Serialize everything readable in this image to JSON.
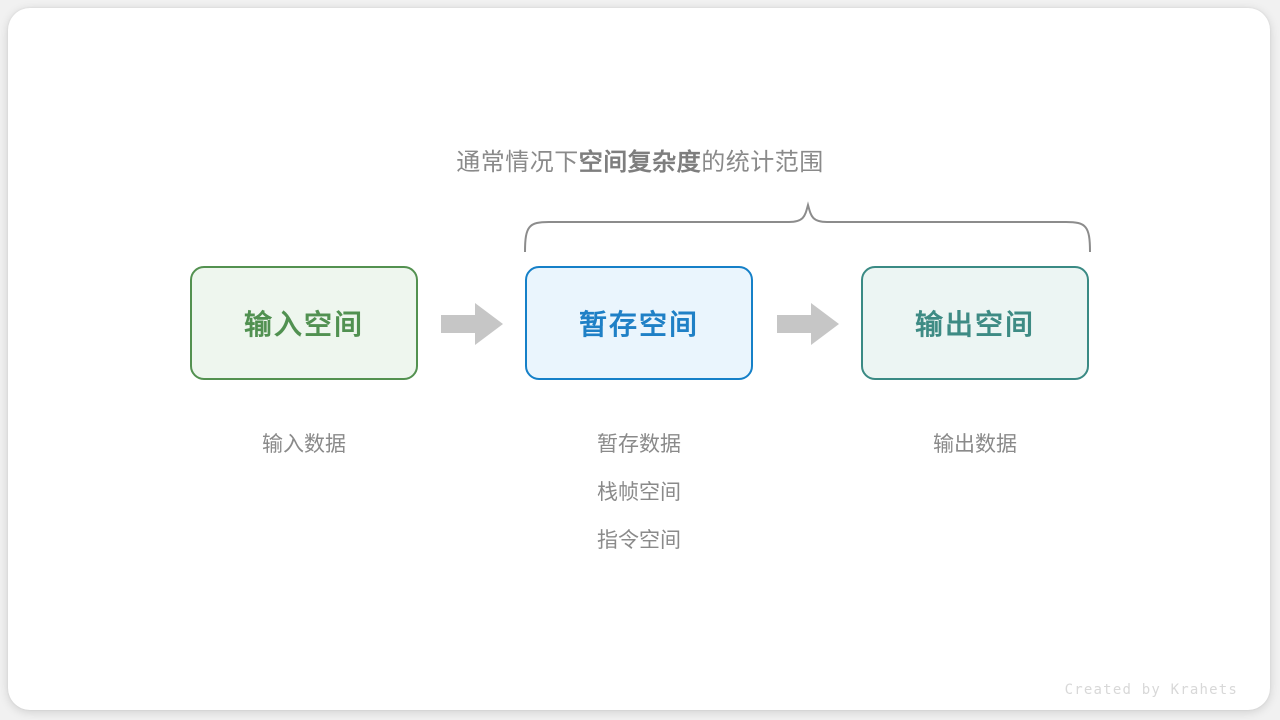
{
  "diagram": {
    "heading": {
      "prefix": "通常情况下",
      "emphasis": "空间复杂度",
      "suffix": "的统计范围"
    },
    "brace": {
      "name": "curly-brace-spanning-temp-and-output"
    },
    "boxes": [
      {
        "id": "input",
        "label": "输入空间",
        "border_color": "#539150",
        "fill_color": "#eef6ee",
        "text_color": "#519151"
      },
      {
        "id": "temp",
        "label": "暂存空间",
        "border_color": "#1580c8",
        "fill_color": "#eaf5fd",
        "text_color": "#1f80c6"
      },
      {
        "id": "output",
        "label": "输出空间",
        "border_color": "#3a8a84",
        "fill_color": "#ecf5f3",
        "text_color": "#3e8b84"
      }
    ],
    "arrows": [
      {
        "id": "arrow-1",
        "color": "#c6c6c6"
      },
      {
        "id": "arrow-2",
        "color": "#c6c6c6"
      }
    ],
    "captions": {
      "input": [
        "输入数据"
      ],
      "temp": [
        "暂存数据",
        "栈帧空间",
        "指令空间"
      ],
      "output": [
        "输出数据"
      ]
    },
    "credit": "Created by Krahets",
    "colors": {
      "page_background": "#f1f1f1",
      "card_background": "#ffffff",
      "muted_text": "#8a8a8a",
      "credit_text": "#d8d8d8",
      "brace_stroke": "#8c8c8c"
    }
  }
}
